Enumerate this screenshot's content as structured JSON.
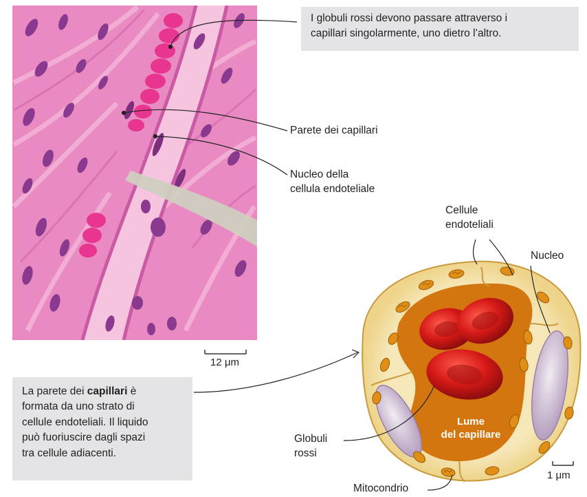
{
  "callout_top": {
    "line1": "I globuli rossi devono passare attraverso i",
    "line2": "capillari singolarmente, uno dietro l’altro."
  },
  "callout_bottom": {
    "pre": "La parete dei ",
    "bold": "capillari",
    "post": " è",
    "line2": "formata da uno strato di",
    "line3": "cellule endoteliali. Il liquido",
    "line4": "può fuoriuscire dagli spazi",
    "line5": "tra cellule adiacenti."
  },
  "labels": {
    "parete": "Parete dei capillari",
    "nucleo_endo_1": "Nucleo della",
    "nucleo_endo_2": "cellula endoteliale",
    "cellule_1": "Cellule",
    "cellule_2": "endoteliali",
    "nucleo": "Nucleo",
    "lume_1": "Lume",
    "lume_2": "del capillare",
    "globuli_1": "Globuli",
    "globuli_2": "rossi",
    "mitocondrio": "Mitocondrio"
  },
  "scales": {
    "micrograph": "12 μm",
    "diagram": "1 μm"
  },
  "colors": {
    "tissue": "#e98bc2",
    "tissue_dark": "#c95aa4",
    "nucleus": "#7d2f7e",
    "rbc_micro": "#e8358f",
    "lumen_micro": "#f6c4de",
    "arrow": "#d0cdc0",
    "cell_outer": "#f2dfa6",
    "lumen": "#d4760f",
    "rbc": "#d91c1c",
    "mitochondria": "#e08f16",
    "nucleus_diagram": "#cfc0d6",
    "callout_bg": "#e4e4e6"
  }
}
